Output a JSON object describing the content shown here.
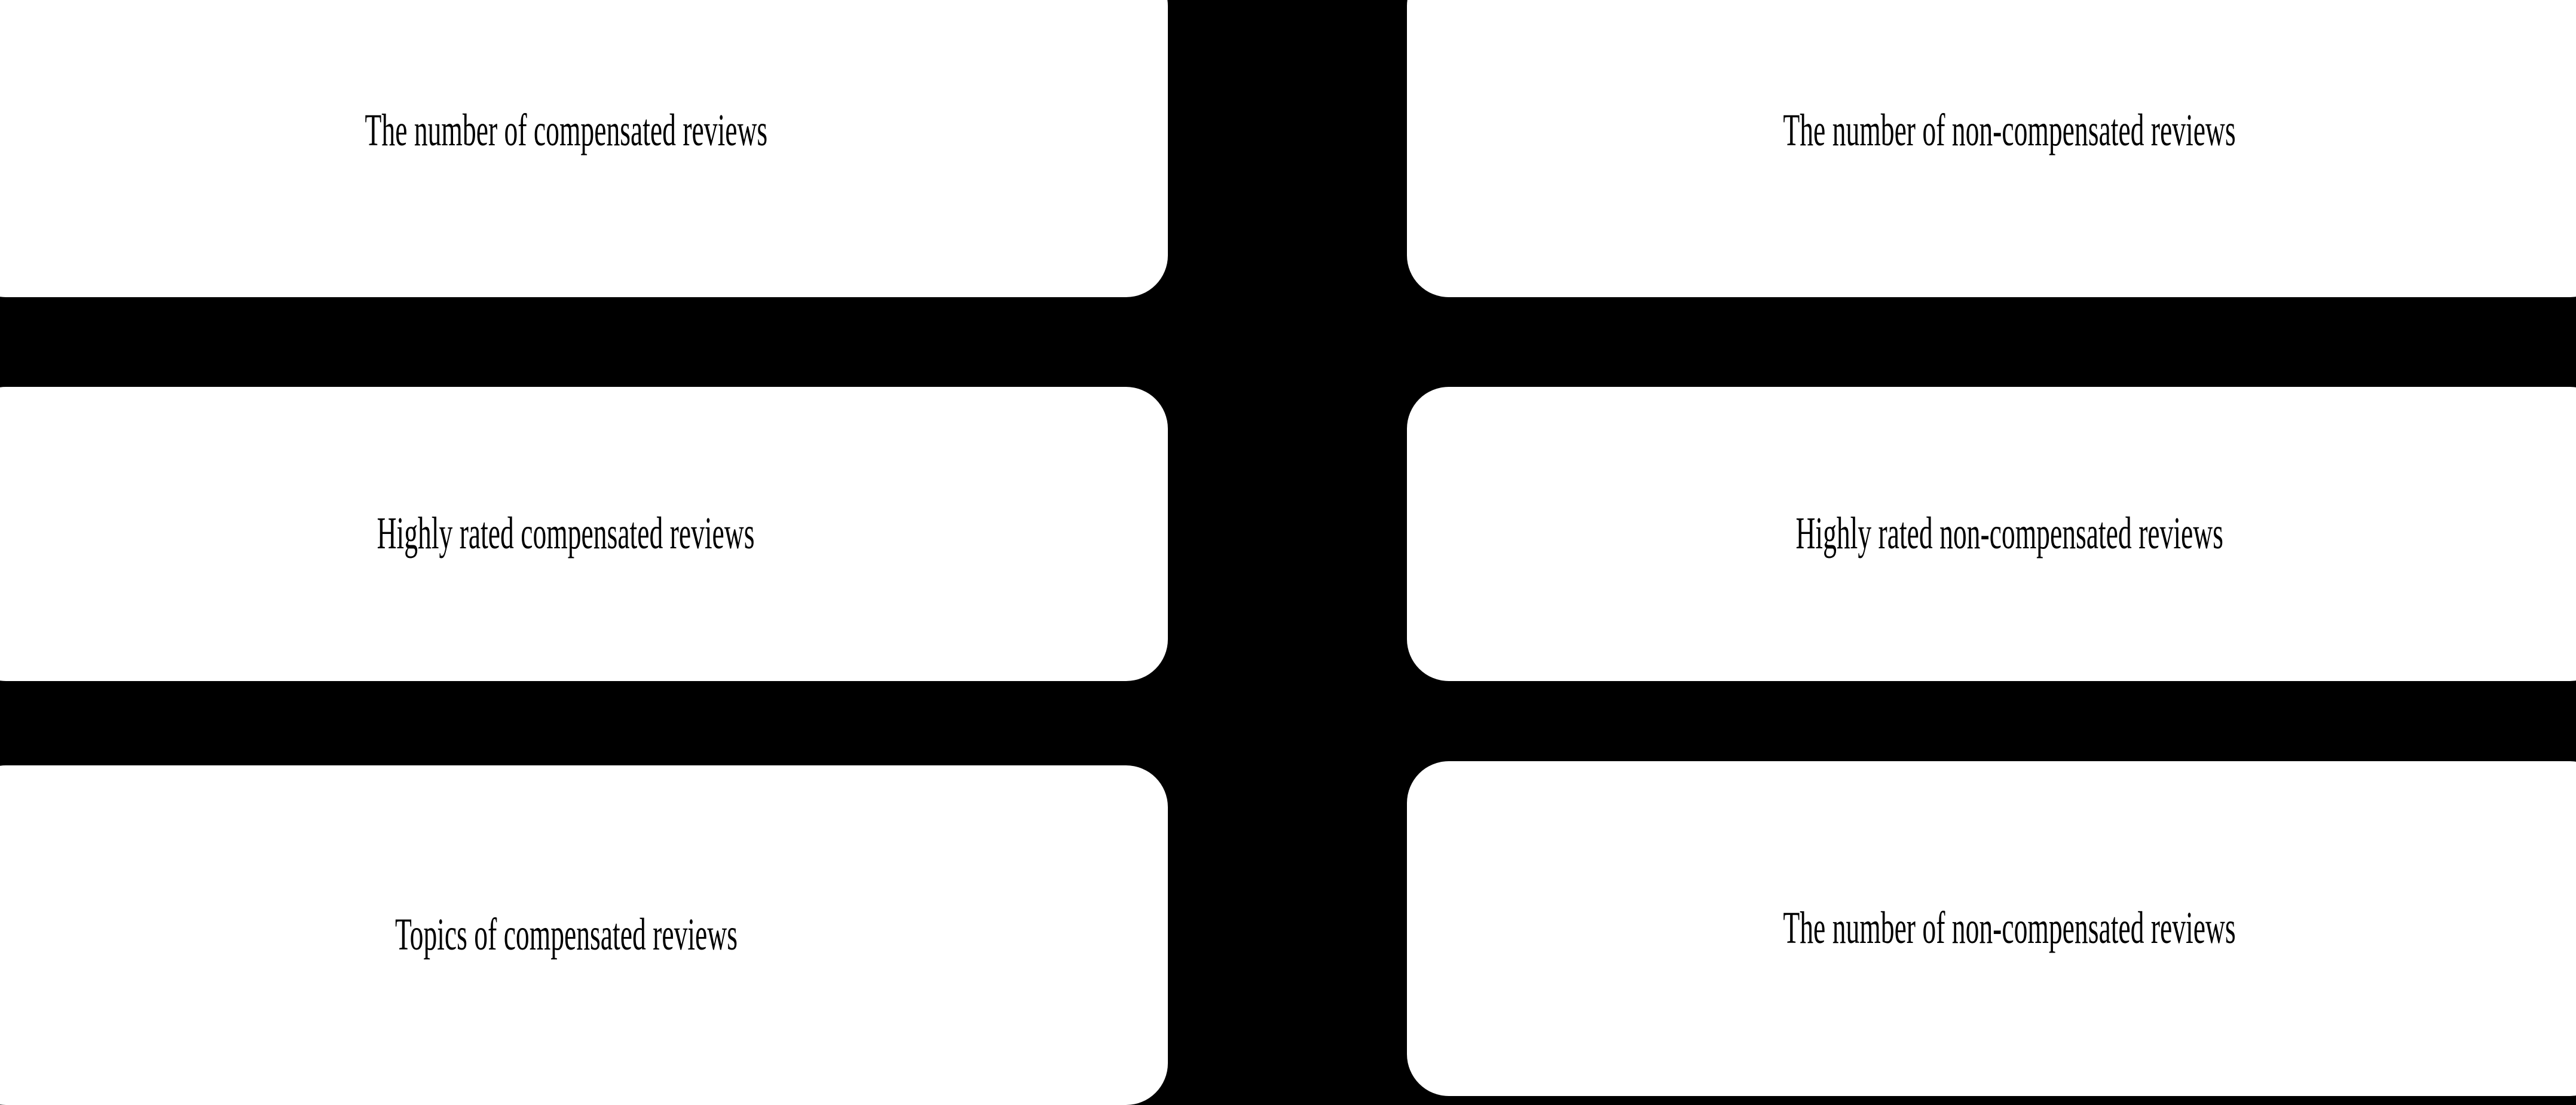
{
  "diagram": {
    "background_color": "#000000",
    "node_fill_color": "#FFFFFF",
    "node_text_color": "#000000",
    "columns": [
      {
        "id": "compensated",
        "side": "left"
      },
      {
        "id": "non-compensated",
        "side": "right"
      }
    ],
    "nodes": [
      {
        "id": "node-r1c1",
        "row": 1,
        "column": "left",
        "label": "The number of compensated reviews"
      },
      {
        "id": "node-r1c2",
        "row": 1,
        "column": "right",
        "label": "The number of non-compensated reviews"
      },
      {
        "id": "node-r2c1",
        "row": 2,
        "column": "left",
        "label": "Highly rated compensated reviews"
      },
      {
        "id": "node-r2c2",
        "row": 2,
        "column": "right",
        "label": "Highly rated non-compensated reviews"
      },
      {
        "id": "node-r3c1",
        "row": 3,
        "column": "left",
        "label": "Topics of compensated reviews"
      },
      {
        "id": "node-r3c2",
        "row": 3,
        "column": "right",
        "label": "The number of non-compensated reviews"
      }
    ]
  }
}
